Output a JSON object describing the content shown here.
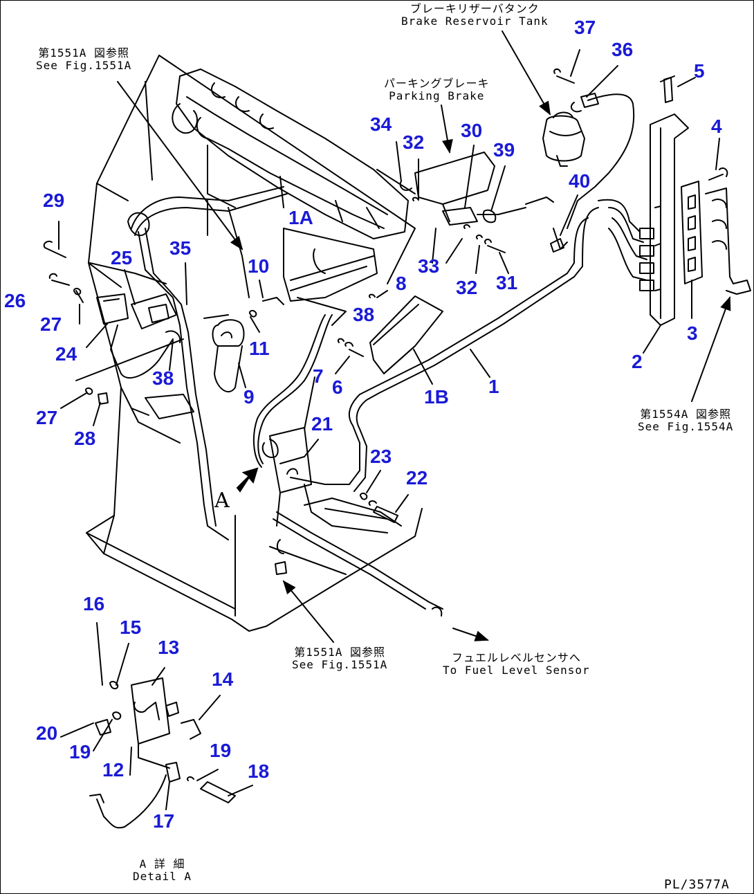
{
  "captions": {
    "brake_tank_jp": "ブレーキリザーバタンク",
    "brake_tank_en": "Brake Reservoir Tank",
    "parking_jp": "パーキングブレーキ",
    "parking_en": "Parking Brake",
    "see1551_top_jp": "第1551A 図参照",
    "see1551_top_en": "See Fig.1551A",
    "see1554_jp": "第1554A 図参照",
    "see1554_en": "See Fig.1554A",
    "see1551_bot_jp": "第1551A 図参照",
    "see1551_bot_en": "See Fig.1551A",
    "fuel_jp": "フュエルレベルセンサへ",
    "fuel_en": "To Fuel Level Sensor",
    "detail_jp": "A 詳 細",
    "detail_en": "Detail A",
    "view_letter": "A"
  },
  "reference": "PL/3577A",
  "part_numbers": [
    {
      "id": "p37",
      "label": "37"
    },
    {
      "id": "p36",
      "label": "36"
    },
    {
      "id": "p5",
      "label": "5"
    },
    {
      "id": "p4",
      "label": "4"
    },
    {
      "id": "p34",
      "label": "34"
    },
    {
      "id": "p32a",
      "label": "32"
    },
    {
      "id": "p30",
      "label": "30"
    },
    {
      "id": "p39",
      "label": "39"
    },
    {
      "id": "p40",
      "label": "40"
    },
    {
      "id": "p29",
      "label": "29"
    },
    {
      "id": "p1A",
      "label": "1A"
    },
    {
      "id": "p35",
      "label": "35"
    },
    {
      "id": "p25",
      "label": "25"
    },
    {
      "id": "p10",
      "label": "10"
    },
    {
      "id": "p33",
      "label": "33"
    },
    {
      "id": "p32b",
      "label": "32"
    },
    {
      "id": "p31",
      "label": "31"
    },
    {
      "id": "p8",
      "label": "8"
    },
    {
      "id": "p26",
      "label": "26"
    },
    {
      "id": "p27a",
      "label": "27"
    },
    {
      "id": "p38a",
      "label": "38"
    },
    {
      "id": "p24",
      "label": "24"
    },
    {
      "id": "p11",
      "label": "11"
    },
    {
      "id": "p3",
      "label": "3"
    },
    {
      "id": "p2",
      "label": "2"
    },
    {
      "id": "p38b",
      "label": "38"
    },
    {
      "id": "p7",
      "label": "7"
    },
    {
      "id": "p9",
      "label": "9"
    },
    {
      "id": "p6",
      "label": "6"
    },
    {
      "id": "p1B",
      "label": "1B"
    },
    {
      "id": "p1",
      "label": "1"
    },
    {
      "id": "p27b",
      "label": "27"
    },
    {
      "id": "p28",
      "label": "28"
    },
    {
      "id": "p21",
      "label": "21"
    },
    {
      "id": "p23",
      "label": "23"
    },
    {
      "id": "p22",
      "label": "22"
    },
    {
      "id": "p16",
      "label": "16"
    },
    {
      "id": "p15",
      "label": "15"
    },
    {
      "id": "p13",
      "label": "13"
    },
    {
      "id": "p14",
      "label": "14"
    },
    {
      "id": "p20",
      "label": "20"
    },
    {
      "id": "p19a",
      "label": "19"
    },
    {
      "id": "p19b",
      "label": "19"
    },
    {
      "id": "p12",
      "label": "12"
    },
    {
      "id": "p18",
      "label": "18"
    },
    {
      "id": "p17",
      "label": "17"
    }
  ],
  "colors": {
    "label_blue": "#1a1ad6",
    "line": "#000000",
    "background": "#ffffff"
  }
}
